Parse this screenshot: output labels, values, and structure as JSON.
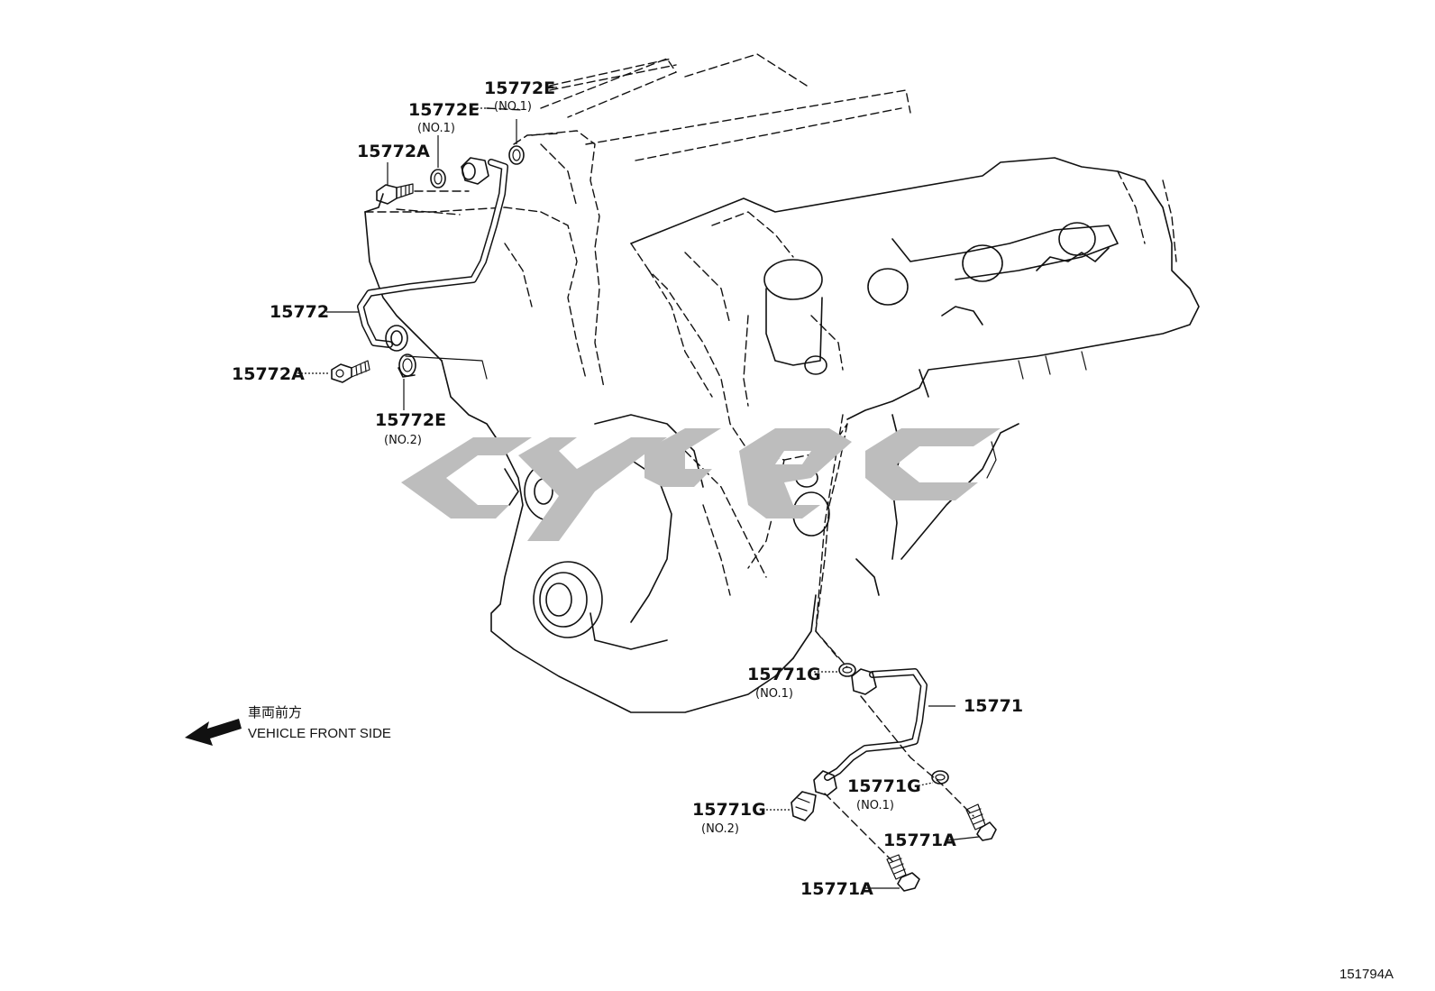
{
  "labels": {
    "l15772e_top": "15772E",
    "l15772e_top_sub": "(NO.1)",
    "l15772e_mid": "15772E",
    "l15772e_mid_sub": "(NO.1)",
    "l15772a_top": "15772A",
    "l15772": "15772",
    "l15772a_low": "15772A",
    "l15772e_low": "15772E",
    "l15772e_low_sub": "(NO.2)",
    "l15771g_a": "15771G",
    "l15771g_a_sub": "(NO.1)",
    "l15771": "15771",
    "l15771g_b": "15771G",
    "l15771g_b_sub": "(NO.1)",
    "l15771g_c": "15771G",
    "l15771g_c_sub": "(NO.2)",
    "l15771a_a": "15771A",
    "l15771a_b": "15771A"
  },
  "direction": {
    "jp": "車両前方",
    "en": "VEHICLE FRONT SIDE"
  },
  "reference": "151794A",
  "colors": {
    "line": "#111111",
    "watermark": "#bdbdbd",
    "background": "#ffffff"
  }
}
